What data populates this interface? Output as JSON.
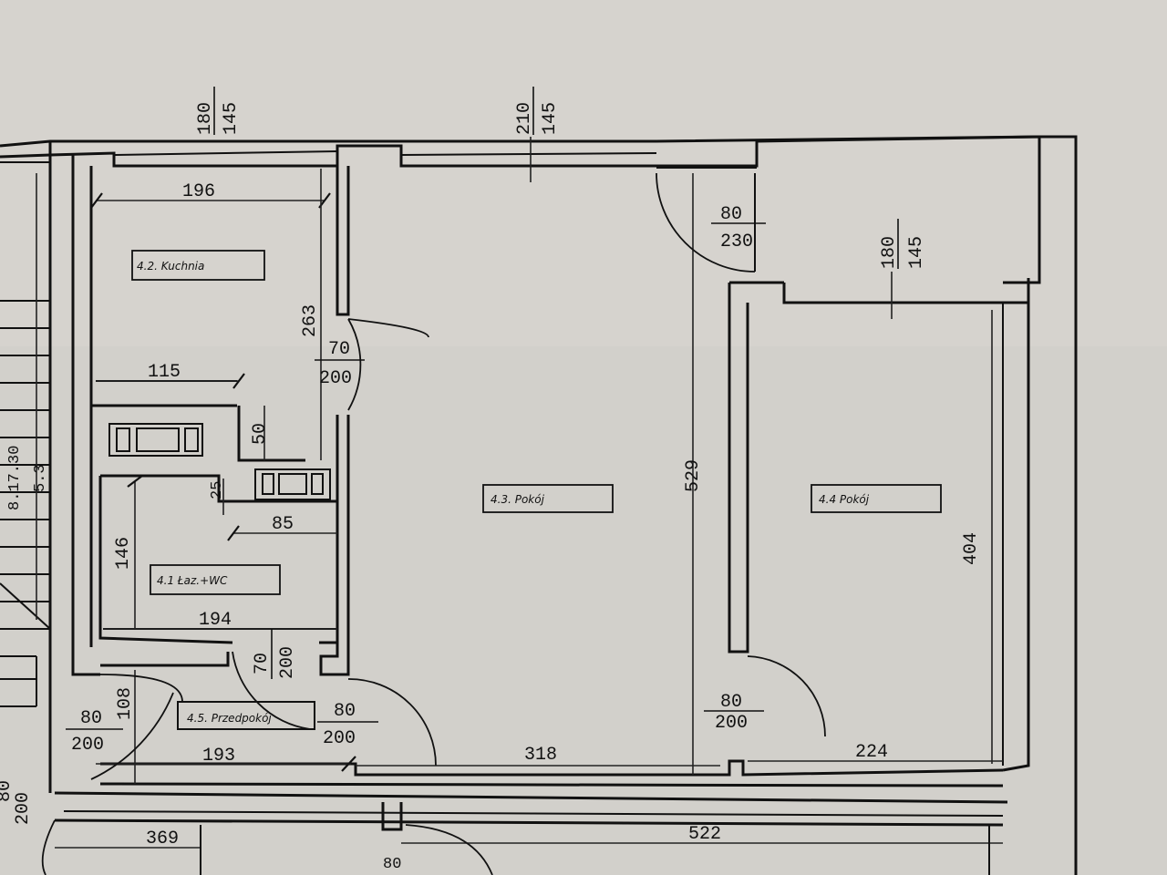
{
  "rooms": [
    {
      "id": "kitchen",
      "label": "4.2.  Kuchnia"
    },
    {
      "id": "room1",
      "label": "4.3.  Pokój"
    },
    {
      "id": "room2",
      "label": "4.4  Pokój"
    },
    {
      "id": "bath",
      "label": "4.1  Łaz.+WC"
    },
    {
      "id": "hall",
      "label": "4.5.  Przedpokój"
    }
  ],
  "window_dims": {
    "w1": {
      "top": "180",
      "bottom": "145"
    },
    "w2": {
      "top": "210",
      "bottom": "145"
    },
    "w3": {
      "top": "180",
      "bottom": "145"
    }
  },
  "door_dims": {
    "balcony": {
      "top": "80",
      "bottom": "230"
    },
    "kitchen": {
      "top": "70",
      "bottom": "200"
    },
    "bath": {
      "top": "70",
      "bottom": "200"
    },
    "hall_left": {
      "top": "80",
      "bottom": "200"
    },
    "room1": {
      "top": "80",
      "bottom": "200"
    },
    "room2": {
      "top": "80",
      "bottom": "200"
    },
    "bottom_left": {
      "top": "80",
      "bottom": "200"
    },
    "bottom_center": {
      "top": "80"
    }
  },
  "dimensions": {
    "kitchen_width": "196",
    "kitchen_height": "263",
    "kitchen_inner": "115",
    "kitchen_gap": "50",
    "bath_notch": "25",
    "bath_inner": "85",
    "bath_height": "146",
    "bath_width": "194",
    "hall_height": "108",
    "hall_width": "193",
    "room1_width": "318",
    "room1_height": "529",
    "room2_width": "224",
    "room2_height": "404",
    "stair_a": "5.3",
    "stair_b": "8.17.30",
    "bottom_left": "369",
    "bottom_right": "522"
  }
}
